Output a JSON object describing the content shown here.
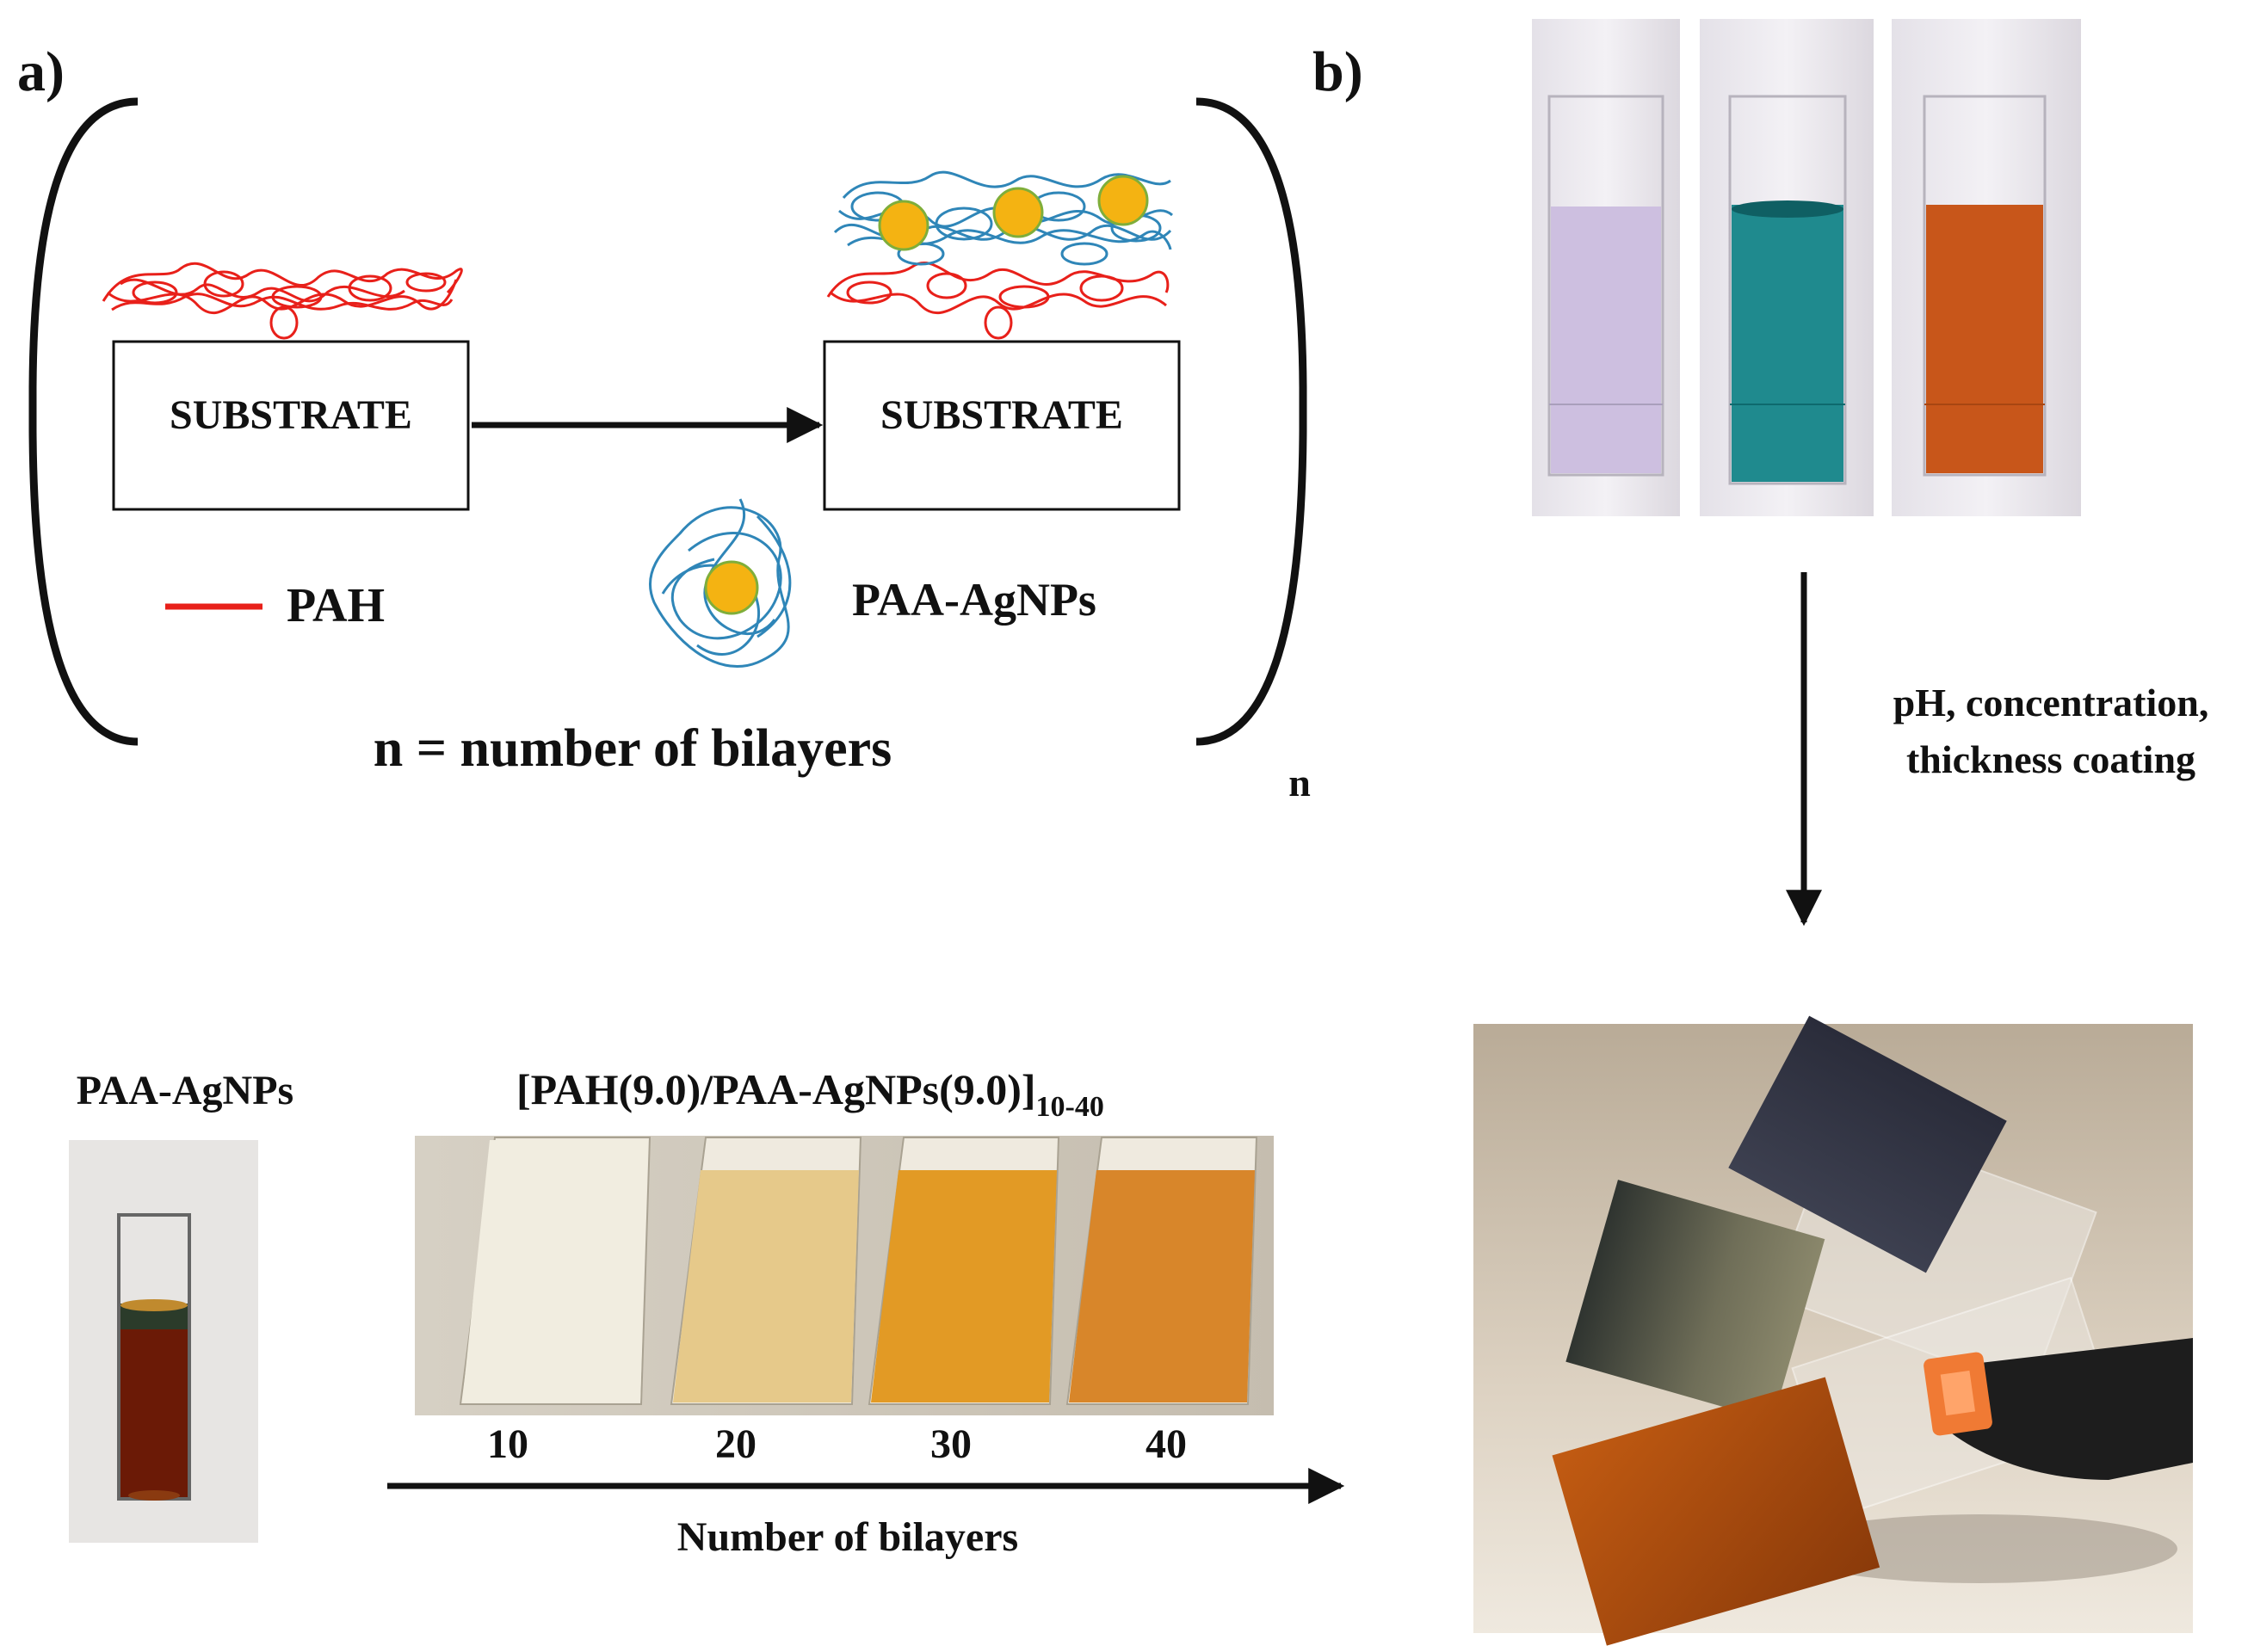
{
  "panel_a": {
    "label": "a)",
    "substrate_before": "SUBSTRATE",
    "substrate_after": "SUBSTRATE",
    "legend_pah": "PAH",
    "legend_paa_agnps": "PAA-AgNPs",
    "bilayer_equation": "n = number of bilayers",
    "subscript_n": "n"
  },
  "panel_b": {
    "label": "b)",
    "cuvettes": [
      {
        "liquid_color": "#cdbfe0"
      },
      {
        "liquid_color": "#1f8a8e"
      },
      {
        "liquid_color": "#c8561a"
      }
    ],
    "factors_line1": "pH, concentration,",
    "factors_line2": "thickness coating"
  },
  "bottom": {
    "cuvette_title": "PAA-AgNPs",
    "series_title": "[PAH(9.0)/PAA-AgNPs(9.0)]",
    "series_subscript": "10-40",
    "slides": [
      {
        "label": "10",
        "color": "#f1ede0"
      },
      {
        "label": "20",
        "color": "#e6c98a"
      },
      {
        "label": "30",
        "color": "#e29a25"
      },
      {
        "label": "40",
        "color": "#d8862a"
      }
    ],
    "axis_label": "Number of bilayers"
  },
  "colors": {
    "pah_red": "#e8201a",
    "paa_blue": "#2f86b8",
    "agnp_gold": "#f4b312",
    "agnp_edge": "#7fae3a"
  }
}
